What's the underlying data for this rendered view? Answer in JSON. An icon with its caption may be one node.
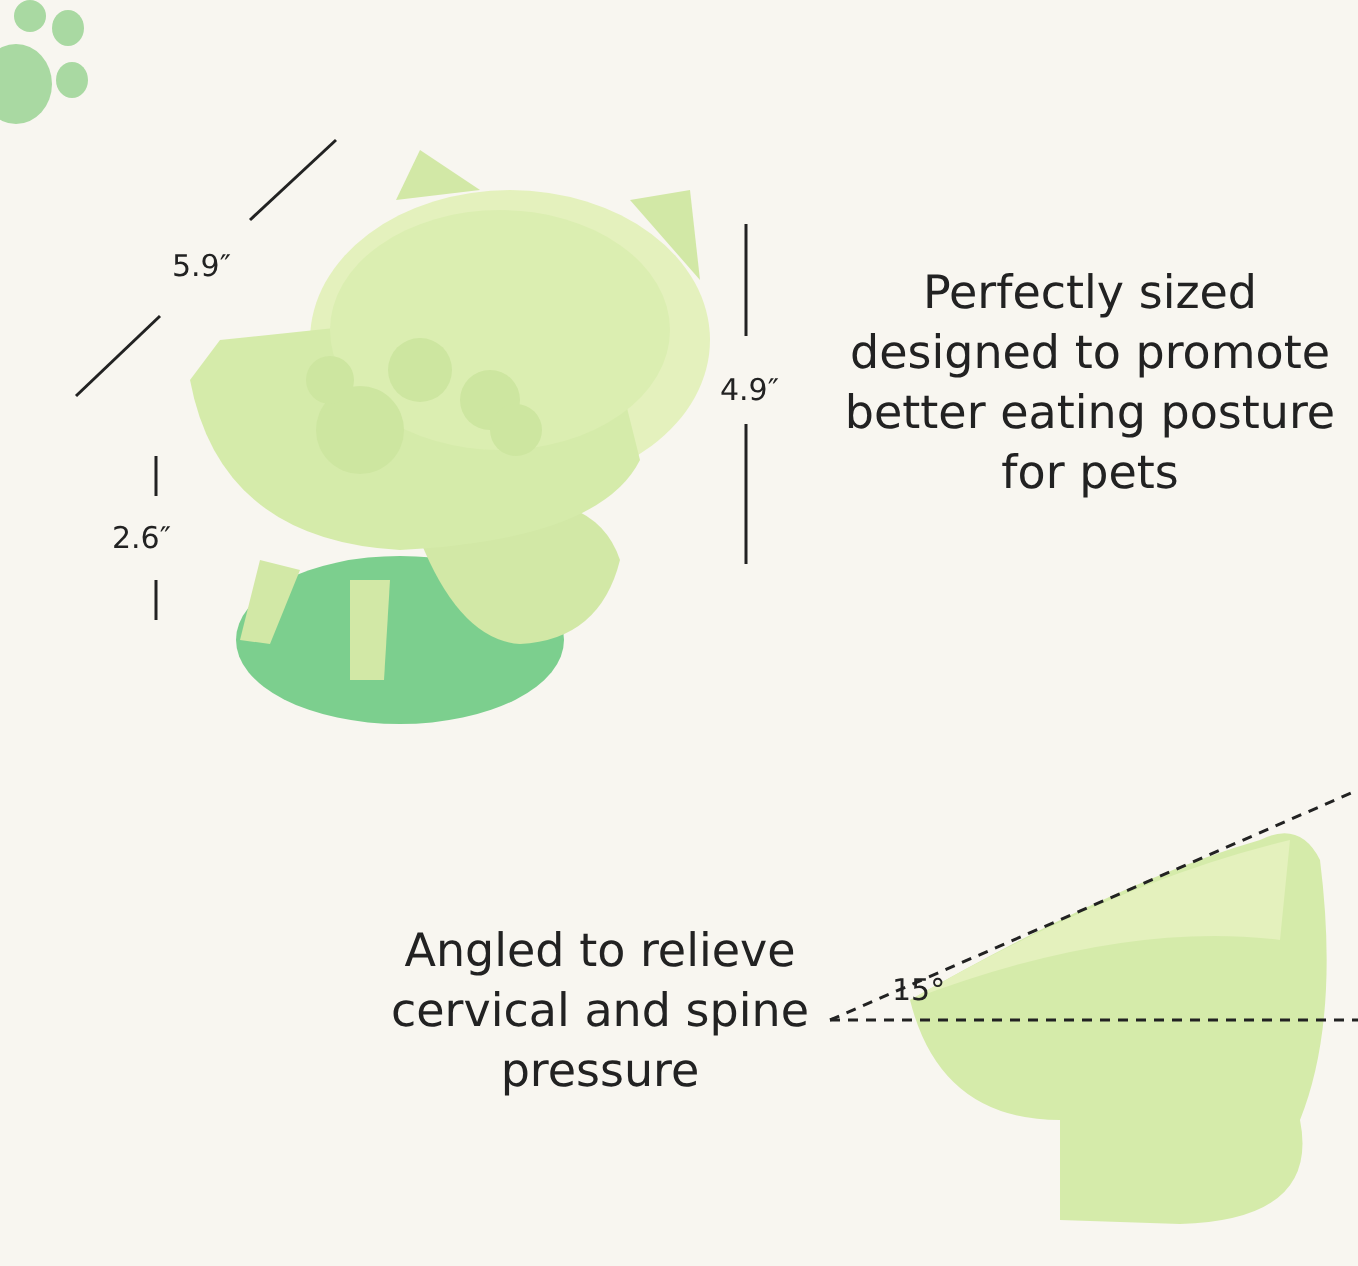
{
  "diagram": {
    "labels": [
      "5.9″",
      "4.9″",
      "2.6″",
      "Perfectly sized designed to promote better eating posture for pets",
      "Angled to relieve cervical and spine pressure",
      "15°"
    ]
  }
}
